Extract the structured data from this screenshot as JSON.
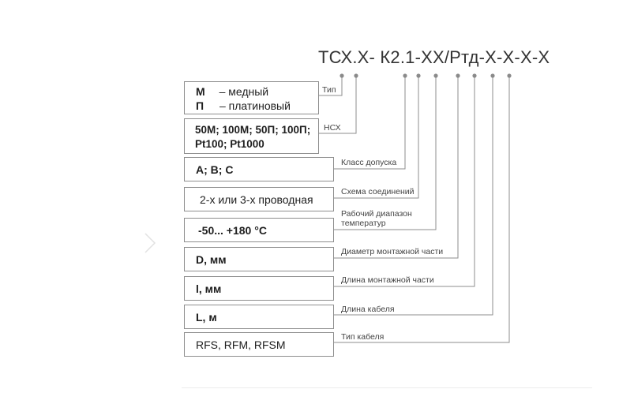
{
  "code": "ТСХ.Х- К2.1-ХХ/Ртд-Х-Х-Х-Х",
  "boxes": {
    "type": {
      "l1_letter": "М",
      "l1_text": "– медный",
      "l2_letter": "П",
      "l2_text": "– платиновый"
    },
    "nsh": {
      "l1": "50М; 100М; 50П; 100П;",
      "l2": "Pt100; Pt1000"
    },
    "accuracy": "А; В; С",
    "wiring": "2-х или 3-х проводная",
    "range": "-50... +180 °С",
    "diameter": "D, мм",
    "mount_length": "l, мм",
    "cable_length": "L, м",
    "cable_type": "RFS, RFM, RFSM"
  },
  "labels": {
    "type": "Тип",
    "nsh": "НСХ",
    "accuracy": "Класс допуска",
    "wiring": "Схема соединений",
    "range_l1": "Рабочий диапазон",
    "range_l2": "температур",
    "diameter": "Диаметр монтажной части",
    "mount_length": "Длина монтажной части",
    "cable_length": "Длина кабеля",
    "cable_type": "Тип кабеля"
  },
  "colors": {
    "line": "#8e8e8e",
    "dot": "#8a8a8a",
    "border": "#8e8e8e"
  },
  "icons": {
    "nav": "chevron-left-icon"
  }
}
